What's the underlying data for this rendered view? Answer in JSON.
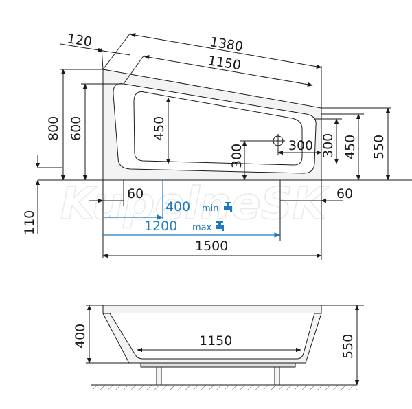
{
  "watermark": "KupelneSK",
  "top_view": {
    "dimensions": {
      "d120": "120",
      "d1380": "1380",
      "d1150": "1150",
      "d800": "800",
      "d600": "600",
      "d450_inner": "450",
      "d300_v": "300",
      "d300_h": "300",
      "d300_right": "300",
      "d450_right": "450",
      "d550_right": "550",
      "d60_left": "60",
      "d60_right": "60",
      "d110": "110",
      "d1500": "1500"
    },
    "blue_dimensions": {
      "min_value": "400",
      "min_label": "min",
      "max_value": "1200",
      "max_label": "max"
    },
    "colors": {
      "outline": "#1a1a1a",
      "accent": "#1f7bbf"
    },
    "icons": [
      "faucet-icon",
      "drain-icon"
    ]
  },
  "side_view": {
    "dimensions": {
      "d400": "400",
      "d1150": "1150",
      "d550": "550"
    }
  }
}
